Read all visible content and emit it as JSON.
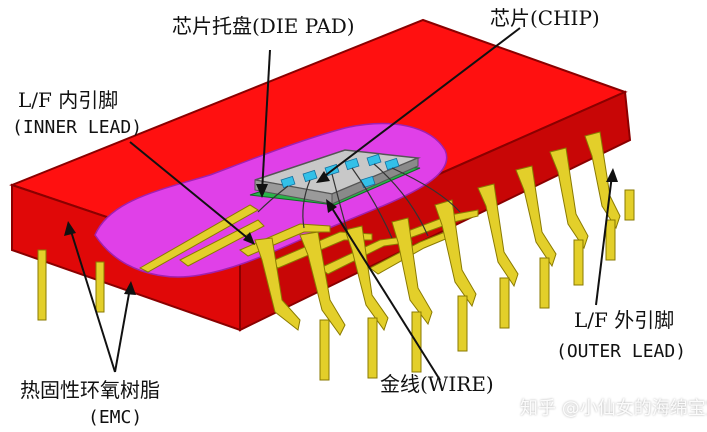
{
  "labels": {
    "die_pad": "芯片托盘(DIE PAD)",
    "chip": "芯片(CHIP)",
    "inner_lead_cn": "L/F 内引脚",
    "inner_lead_en": "(INNER LEAD)",
    "outer_lead_cn": "L/F 外引脚",
    "outer_lead_en": "(OUTER LEAD)",
    "emc_cn": "热固性环氧树脂",
    "emc_en": "(EMC)",
    "wire": "金线(WIRE)"
  },
  "watermark": "知乎 @小仙女的海绵宝宝",
  "colors": {
    "body_red": "#ff0f0f",
    "body_edge": "#b40000",
    "cavity_purple": "#e040e8",
    "lead_gold": "#e3cf2a",
    "chip_gray": "#c8c8c8",
    "pad_cyan": "#33c0e8",
    "die_pad_green": "#2bb34a"
  }
}
